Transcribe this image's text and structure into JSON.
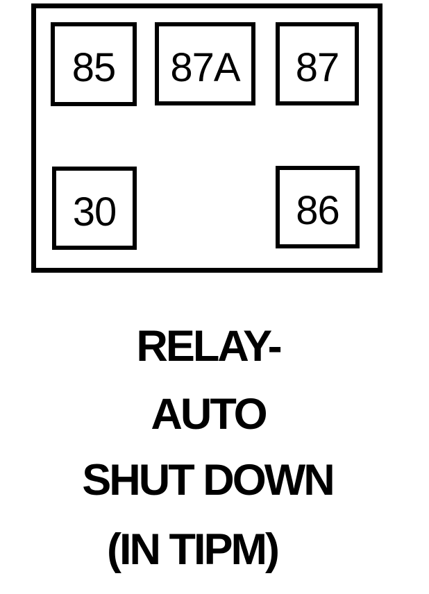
{
  "page": {
    "background_color": "#ffffff",
    "line_color": "#000000"
  },
  "relay_diagram": {
    "pins": [
      {
        "label": "85"
      },
      {
        "label": "87A"
      },
      {
        "label": "87"
      },
      {
        "label": "30"
      },
      {
        "label": "86"
      }
    ],
    "caption": {
      "line1": "RELAY-",
      "line2": "AUTO",
      "line3": "SHUT DOWN",
      "line4": "(IN TIPM)"
    }
  }
}
